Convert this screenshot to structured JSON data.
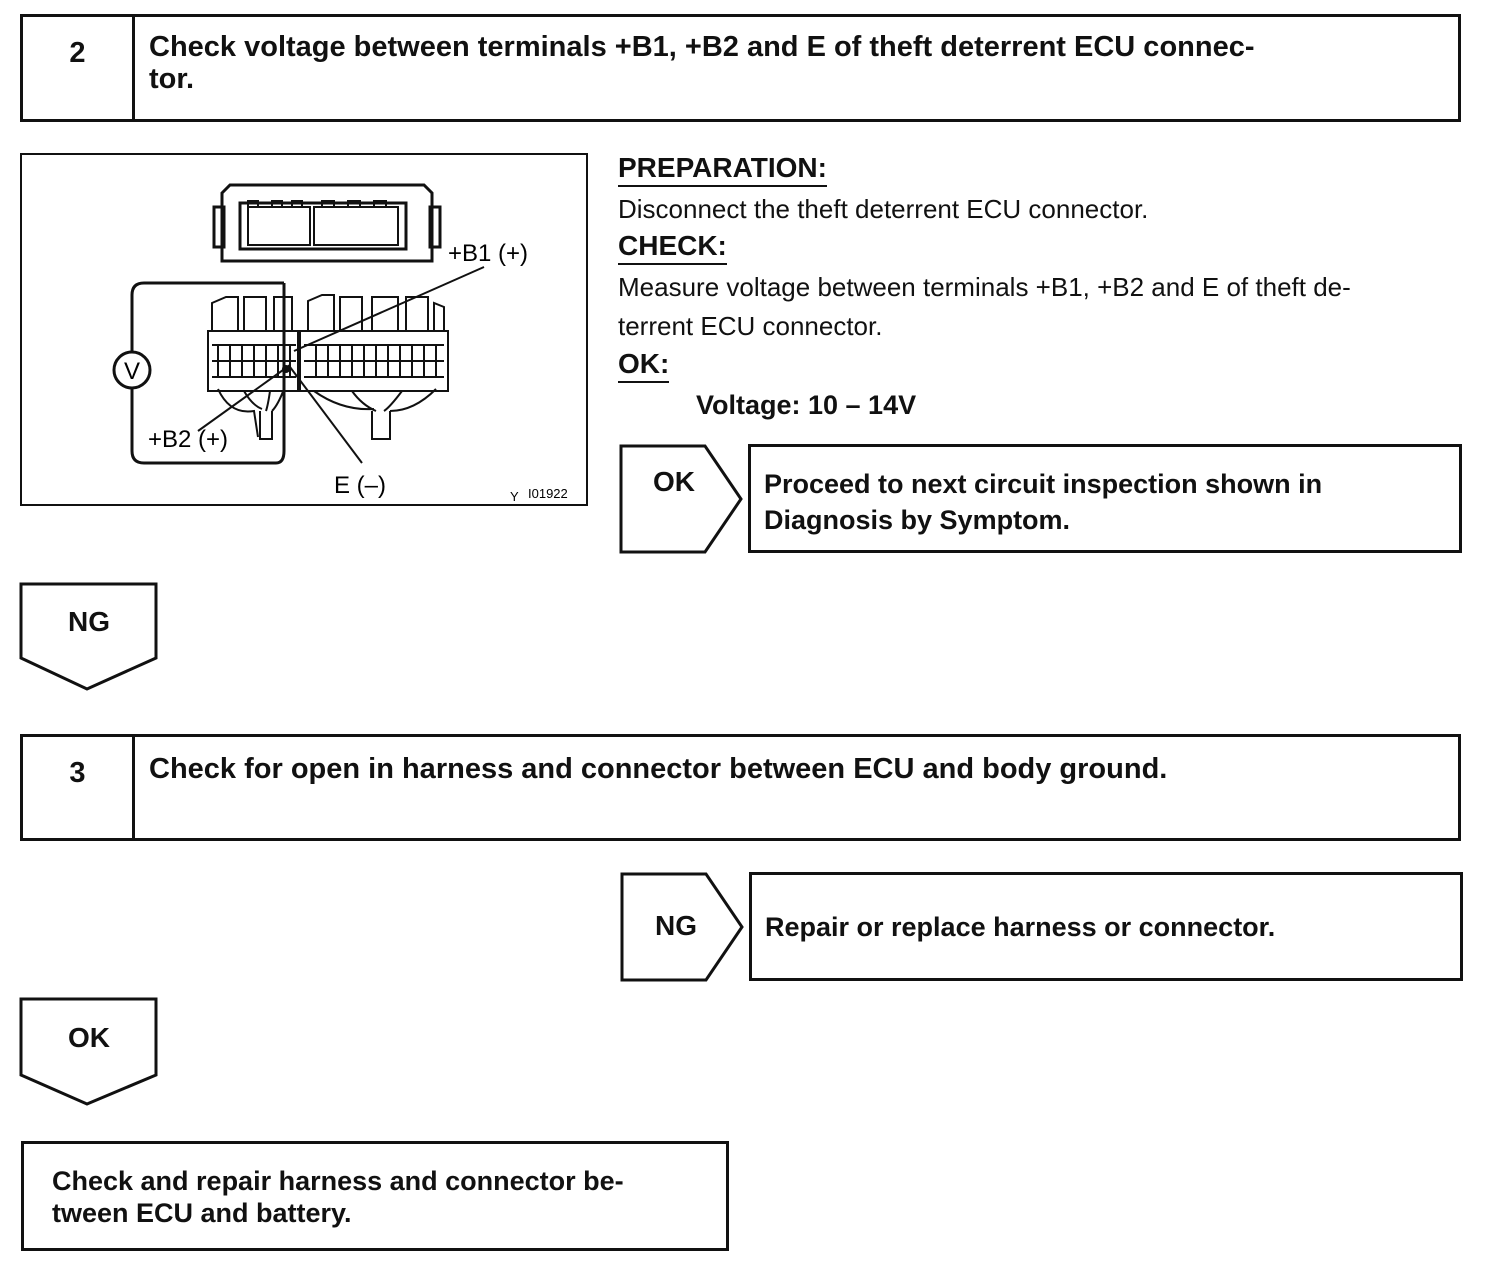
{
  "step2": {
    "number": "2",
    "title": "Check voltage between terminals +B1, +B2 and E of theft deterrent ECU connec-\ntor."
  },
  "figure": {
    "label_b1": "+B1 (+)",
    "label_b2": "+B2 (+)",
    "label_e": "E (–)",
    "meter_symbol": "V",
    "figure_id_prefix": "Y",
    "figure_id": "I01922"
  },
  "instructions": {
    "preparation_label": "PREPARATION:",
    "preparation_text": "Disconnect the theft deterrent ECU connector.",
    "check_label": "CHECK:",
    "check_text": "Measure voltage between terminals +B1, +B2 and E of theft de-\nterrent ECU connector.",
    "ok_label": "OK:",
    "ok_spec": "Voltage: 10 – 14V"
  },
  "ok_branch_1": {
    "arrow_label": "OK",
    "result": "Proceed to next circuit inspection shown in\nDiagnosis by Symptom."
  },
  "ng_branch_1": {
    "arrow_label": "NG"
  },
  "step3": {
    "number": "3",
    "title": "Check for open in harness and connector between ECU and body ground."
  },
  "ng_branch_2": {
    "arrow_label": "NG",
    "result": "Repair or replace harness or connector."
  },
  "ok_branch_2": {
    "arrow_label": "OK"
  },
  "final_action": {
    "text": "Check and repair harness and connector be-\ntween ECU and battery."
  }
}
